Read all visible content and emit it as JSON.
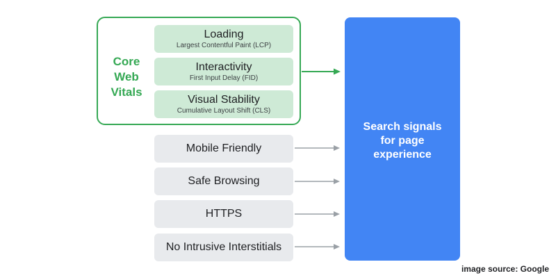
{
  "core_web_vitals": {
    "label": "Core\nWeb\nVitals",
    "metrics": [
      {
        "name": "Loading",
        "sub": "Largest Contentful Paint (LCP)"
      },
      {
        "name": "Interactivity",
        "sub": "First Input Delay (FID)"
      },
      {
        "name": "Visual Stability",
        "sub": "Cumulative Layout Shift (CLS)"
      }
    ]
  },
  "signals": [
    {
      "label": "Mobile Friendly"
    },
    {
      "label": "Safe Browsing"
    },
    {
      "label": "HTTPS"
    },
    {
      "label": "No Intrusive Interstitials"
    }
  ],
  "target": {
    "label": "Search signals\nfor page\nexperience"
  },
  "source_credit": "image source: Google",
  "colors": {
    "cwv_green": "#34a853",
    "metric_fill": "#ceead6",
    "signal_fill": "#e8eaed",
    "target_blue": "#4285f4",
    "signal_arrow": "#9aa0a6"
  }
}
